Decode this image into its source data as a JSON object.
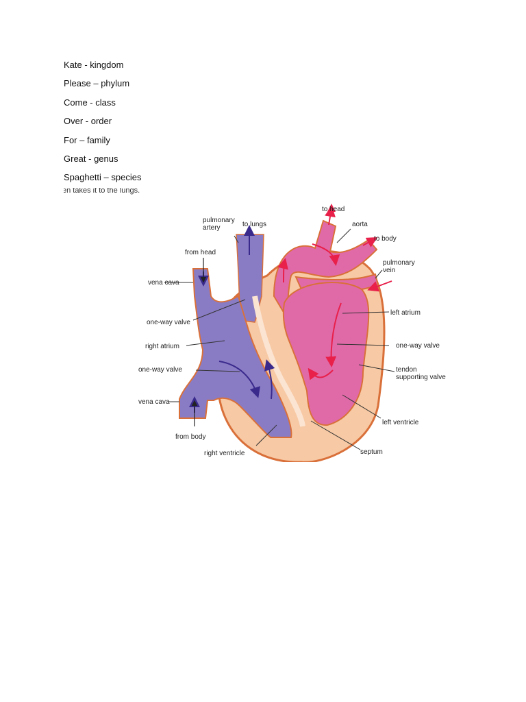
{
  "mnemonic": [
    "Kate - kingdom",
    "Please – phylum",
    "Come - class",
    "Over - order",
    "For – family",
    "Great - genus",
    "Spaghetti – species"
  ],
  "cut_text": "en takes it to the lungs.",
  "diagram": {
    "labels": {
      "to_head": "to head",
      "pulmonary_artery_1": "pulmonary",
      "pulmonary_artery_2": "artery",
      "to_lungs": "to lungs",
      "aorta": "aorta",
      "to_body": "to body",
      "from_head": "from head",
      "pulmonary_vein_1": "pulmonary",
      "pulmonary_vein_2": "vein",
      "vena_cava_top": "vena cava",
      "one_way_valve_right": "one-way valve",
      "left_atrium": "left atrium",
      "right_atrium": "right atrium",
      "one_way_valve_left_side": "one-way valve",
      "one_way_valve_lower": "one-way valve",
      "tendon_1": "tendon",
      "tendon_2": "supporting valve",
      "vena_cava_bottom": "vena cava",
      "left_ventricle": "left ventricle",
      "from_body": "from body",
      "right_ventricle": "right ventricle",
      "septum": "septum"
    },
    "colors": {
      "deoxygenated": "#8a7cc4",
      "oxygenated": "#e06aa8",
      "muscle": "#f7c9a4",
      "outline": "#d9703a",
      "arrow_blue": "#3a2a8c",
      "arrow_red": "#e8204a"
    }
  }
}
